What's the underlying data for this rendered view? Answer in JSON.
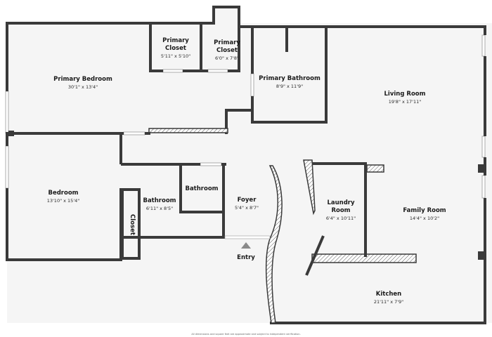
{
  "rooms": {
    "primary_bedroom": {
      "name": "Primary Bedroom",
      "dims": "30'1\" x 13'4\""
    },
    "primary_closet_1": {
      "name_line1": "Primary",
      "name_line2": "Closet",
      "dims": "5'11\" x 5'10\""
    },
    "primary_closet_2": {
      "name_line1": "Primary",
      "name_line2": "Closet",
      "dims": "6'0\" x 7'8\""
    },
    "primary_bathroom": {
      "name": "Primary Bathroom",
      "dims": "8'9\" x 11'9\""
    },
    "living_room": {
      "name": "Living Room",
      "dims": "19'8\" x 17'11\""
    },
    "bedroom": {
      "name": "Bedroom",
      "dims": "13'10\" x 15'4\""
    },
    "bathroom_1": {
      "name": "Bathroom",
      "dims": "6'11\" x 8'5\""
    },
    "bathroom_2": {
      "name": "Bathroom"
    },
    "closet": {
      "name": "Closet"
    },
    "foyer": {
      "name": "Foyer",
      "dims": "5'4\" x 8'7\""
    },
    "laundry_room": {
      "name_line1": "Laundry",
      "name_line2": "Room",
      "dims": "6'4\" x 10'11\""
    },
    "family_room": {
      "name": "Family Room",
      "dims": "14'4\" x 10'2\""
    },
    "kitchen": {
      "name": "Kitchen",
      "dims": "21'11\" x 7'9\""
    }
  },
  "entry": {
    "label": "Entry"
  },
  "footer": {
    "disclaimer": "All dimensions and square feet are approximate and subject to independent verification."
  },
  "colors": {
    "wall": "#3a3a3a",
    "floor": "#f5f5f5",
    "background": "#ffffff"
  },
  "icons": {
    "entry_marker": "triangle-up-icon"
  }
}
